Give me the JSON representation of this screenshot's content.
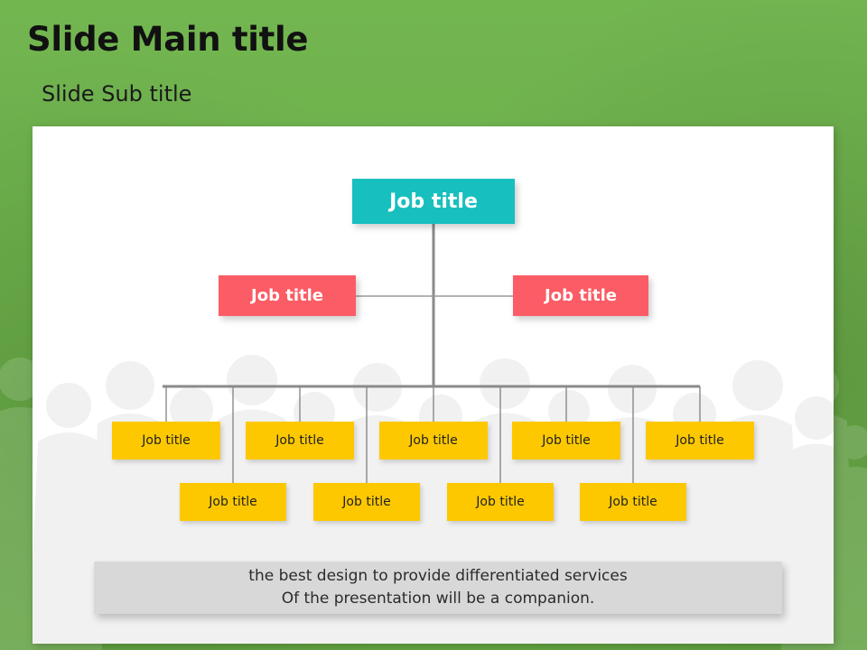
{
  "slide": {
    "main_title": "Slide Main title",
    "sub_title": "Slide Sub title",
    "background_color": "#6bb247",
    "panel_color": "#ffffff"
  },
  "org_chart": {
    "colors": {
      "root": "#18bfbf",
      "mid": "#fb5c65",
      "leaf": "#fdc800",
      "connector": "#8a8a8a"
    },
    "root": {
      "label": "Job title"
    },
    "mid": [
      {
        "label": "Job title"
      },
      {
        "label": "Job title"
      }
    ],
    "leaf_row1": [
      {
        "label": "Job title"
      },
      {
        "label": "Job title"
      },
      {
        "label": "Job title"
      },
      {
        "label": "Job title"
      },
      {
        "label": "Job title"
      }
    ],
    "leaf_row2": [
      {
        "label": "Job title"
      },
      {
        "label": "Job title"
      },
      {
        "label": "Job title"
      },
      {
        "label": "Job title"
      }
    ]
  },
  "caption": {
    "line1": "the best design to provide differentiated services",
    "line2": "Of the presentation will be a companion.",
    "background_color": "#d8d8d8"
  }
}
